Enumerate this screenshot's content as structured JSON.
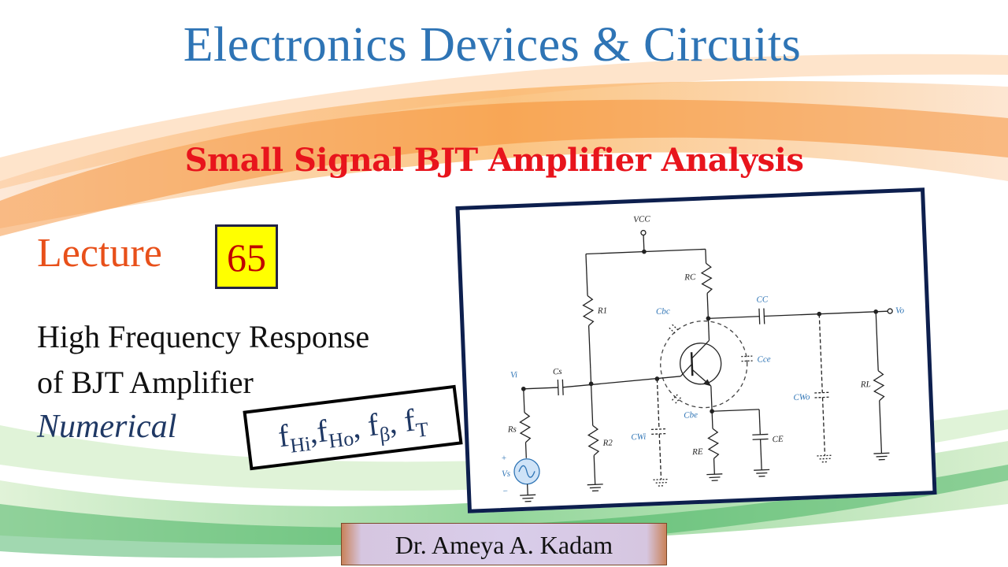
{
  "title": "Electronics Devices & Circuits",
  "subtitle": "Small Signal BJT Amplifier Analysis",
  "lecture": {
    "label": "Lecture",
    "number": "65"
  },
  "topic": {
    "line1": "High Frequency Response",
    "line2": "of BJT Amplifier",
    "line3": "Numerical"
  },
  "frequencies": {
    "f1": "f",
    "f1_sub": "Hi",
    "f2": "f",
    "f2_sub": "Ho",
    "f3": "f",
    "f3_sub": "β",
    "f4": "f",
    "f4_sub": "T"
  },
  "circuit": {
    "vcc": "VCC",
    "rc": "RC",
    "r1": "R1",
    "r2": "R2",
    "re": "RE",
    "rl": "RL",
    "rs": "Rs",
    "cbc": "Cbc",
    "cbe": "Cbe",
    "cce": "Cce",
    "cc": "CC",
    "cs": "Cs",
    "ce": "CE",
    "cwi": "CWi",
    "cwo": "CWo",
    "vi": "Vi",
    "vo": "Vo",
    "vs": "Vs",
    "plus": "+",
    "minus": "−"
  },
  "author": "Dr. Ameya A. Kadam",
  "colors": {
    "title": "#2e74b5",
    "subtitle": "#e8141c",
    "lecture": "#e8501a",
    "badge_bg": "#ffff00",
    "frame": "#0d1f4e"
  }
}
